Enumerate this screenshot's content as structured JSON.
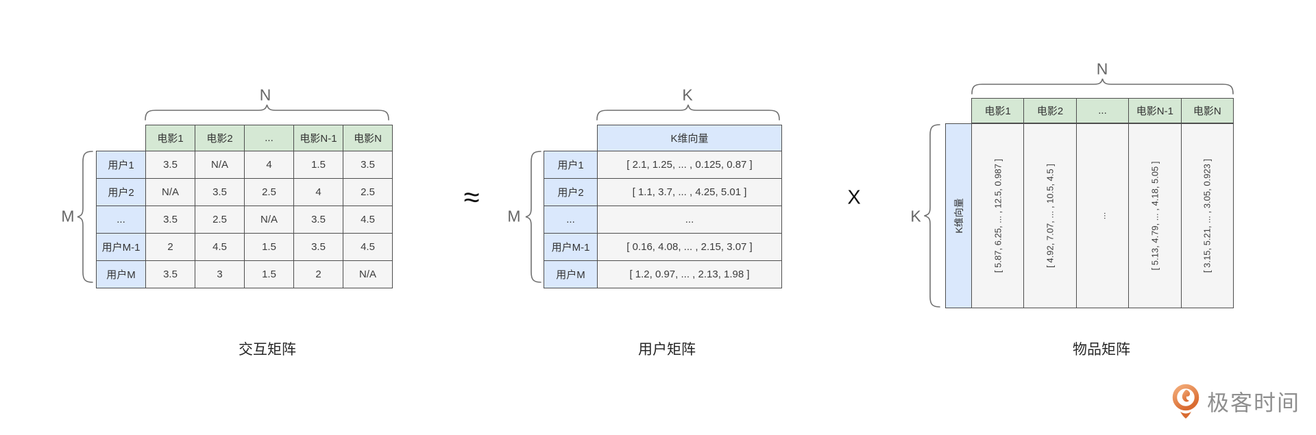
{
  "symbols": {
    "approx": "≈",
    "multiply": "X"
  },
  "matrices": {
    "interaction": {
      "caption": "交互矩阵",
      "top_letter": "N",
      "left_letter": "M",
      "col_headers": [
        "电影1",
        "电影2",
        "...",
        "电影N-1",
        "电影N"
      ],
      "rows": [
        {
          "header": "用户1",
          "cells": [
            "3.5",
            "N/A",
            "4",
            "1.5",
            "3.5"
          ]
        },
        {
          "header": "用户2",
          "cells": [
            "N/A",
            "3.5",
            "2.5",
            "4",
            "2.5"
          ]
        },
        {
          "header": "...",
          "cells": [
            "3.5",
            "2.5",
            "N/A",
            "3.5",
            "4.5"
          ]
        },
        {
          "header": "用户M-1",
          "cells": [
            "2",
            "4.5",
            "1.5",
            "3.5",
            "4.5"
          ]
        },
        {
          "header": "用户M",
          "cells": [
            "3.5",
            "3",
            "1.5",
            "2",
            "N/A"
          ]
        }
      ]
    },
    "user": {
      "caption": "用户矩阵",
      "top_letter": "K",
      "left_letter": "M",
      "col_header": "K维向量",
      "rows": [
        {
          "header": "用户1",
          "vector": "[ 2.1, 1.25, ... , 0.125, 0.87 ]"
        },
        {
          "header": "用户2",
          "vector": "[ 1.1, 3.7, ... , 4.25, 5.01 ]"
        },
        {
          "header": "...",
          "vector": "..."
        },
        {
          "header": "用户M-1",
          "vector": "[ 0.16, 4.08, ... , 2.15, 3.07 ]"
        },
        {
          "header": "用户M",
          "vector": "[ 1.2, 0.97, ... , 2.13, 1.98 ]"
        }
      ]
    },
    "item": {
      "caption": "物品矩阵",
      "top_letter": "N",
      "left_letter": "K",
      "row_header": "K维向量",
      "col_headers": [
        "电影1",
        "电影2",
        "...",
        "电影N-1",
        "电影N"
      ],
      "vectors": [
        "[ 5.87, 6.25, ... , 12.5, 0.987 ]",
        "[ 4.92, 7.07, ... , 10.5, 4.5 ]",
        "...",
        "[ 5.13, 4.79, ... , 4.18, 5.05 ]",
        "[ 3.15, 5.21, ... , 3.05, 0.923 ]"
      ]
    }
  },
  "logo": {
    "text": "极客时间"
  },
  "colors": {
    "header_green": "#d5e8d4",
    "header_blue": "#dae8fc",
    "cell_bg": "#f5f5f5",
    "border": "#4d4d4d",
    "logo_orange": "#dd6f35",
    "logo_text": "#8f8f8f"
  }
}
